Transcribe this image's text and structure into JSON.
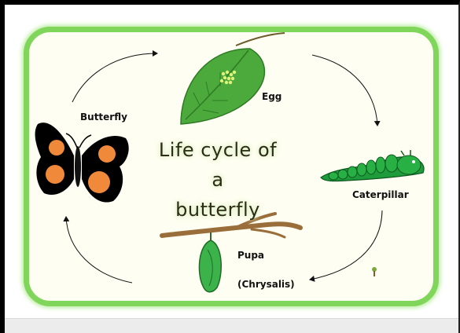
{
  "diagram": {
    "title_line1": "Life cycle of a",
    "title_line2": "butterfly",
    "stages": {
      "egg": "Egg",
      "caterpillar": "Caterpillar",
      "pupa": "Pupa",
      "pupa_detail": "(Chrysalis)",
      "butterfly": "Butterfly"
    }
  },
  "colors": {
    "frame_border": "#7fd65a",
    "leaf": "#4caa3c",
    "egg_dots": "#dff27a",
    "caterpillar": "#1e9b3a",
    "butterfly_wing": "#000000",
    "butterfly_spot": "#f08a3a",
    "branch": "#9a6e3a",
    "chrysalis": "#3cb34a"
  },
  "icons": [
    "leaf-icon",
    "caterpillar-icon",
    "chrysalis-icon",
    "butterfly-icon",
    "arrow-icon",
    "logo-icon"
  ]
}
